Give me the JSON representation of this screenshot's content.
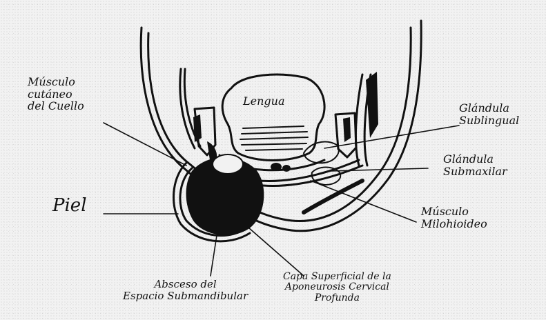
{
  "labels": {
    "tongue": "Lengua",
    "cutaneous_muscle": "Músculo\ncutáneo\ndel Cuello",
    "sublingual_gland": "Glándula\nSublingual",
    "submaxillary_gland": "Glándula\nSubmaxilar",
    "skin": "Piel",
    "mylohyoid_muscle": "Músculo\nMilohioideo",
    "abscess": "Absceso del\nEspacio Submandibular",
    "fascia_layer": "Capa Superficial de la\nAponeurosis Cervical\nProfunda"
  }
}
